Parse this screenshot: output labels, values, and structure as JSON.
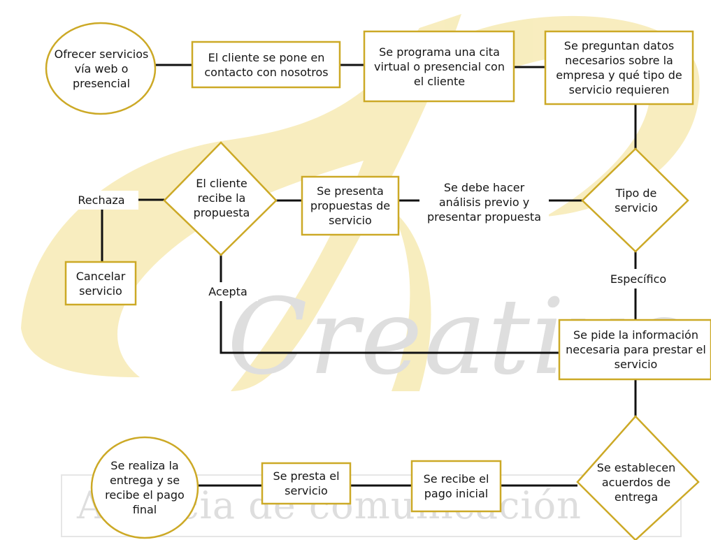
{
  "watermark": {
    "script_text": "Creative",
    "bottom_text": "Agencia de comunicación",
    "gold": "#e8cc57",
    "grey": "#cfcfcf"
  },
  "colors": {
    "gold_border": "#cca926",
    "line": "#111111",
    "text": "#151515"
  },
  "nodes": {
    "ofrecer": "Ofrecer servicios vía web o presencial",
    "contacto": "El cliente se pone en contacto con nosotros",
    "cita": "Se programa una cita virtual o presencial con el cliente",
    "datos": "Se preguntan datos necesarios sobre la empresa y qué tipo de servicio requieren",
    "tipo": "Tipo de servicio",
    "analisis": "Se debe hacer análisis previo y presentar propuesta",
    "presenta": "Se presenta propuestas de servicio",
    "recibe_propuesta": "El cliente recibe la propuesta",
    "rechaza": "Rechaza",
    "cancelar": "Cancelar servicio",
    "acepta": "Acepta",
    "especifico": "Específico",
    "pide_info": "Se pide la información necesaria para prestar el servicio",
    "acuerdos": "Se establecen acuerdos de entrega",
    "pago_inicial": "Se recibe el pago inicial",
    "presta": "Se presta el servicio",
    "entrega": "Se realiza la entrega y se recibe el pago final"
  }
}
